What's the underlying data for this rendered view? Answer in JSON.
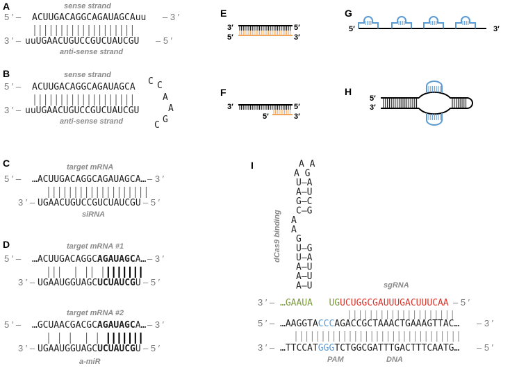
{
  "colors": {
    "black": "#000000",
    "grey_label": "#8a8a8a",
    "orange": "#f0a45c",
    "blue": "#5b9bd5",
    "green": "#7a9a3a",
    "red": "#d9342b"
  },
  "panel_a": {
    "letter": "A",
    "title": "sense strand",
    "top_prefix": "5 ′ –",
    "top_seq": "ACUUGACAGGCAGAUAGCAuu",
    "top_suffix": "– 3 ′",
    "bottom_prefix": "3 ′ –",
    "bottom_seq": "uuUGAACUGUCCGUCUAUCGU",
    "bottom_suffix": "– 5 ′",
    "subtitle": "anti-sense strand"
  },
  "panel_b": {
    "letter": "B",
    "title": "sense strand",
    "top_prefix": "5 ′ –",
    "top_seq": "ACUUGACAGGCAGAUAGCA",
    "bottom_prefix": "3 ′ –",
    "bottom_seq": "uuUGAACUGUCCGUCUAUCGU",
    "loop": [
      "C",
      "C",
      "A",
      "A",
      "G",
      "C"
    ],
    "subtitle": "anti-sense strand"
  },
  "panel_c": {
    "letter": "C",
    "title": "target mRNA",
    "top_prefix": "5 ′ –",
    "top_seq": "…ACUUGACAGGCAGAUAGCA…",
    "top_suffix": "– 3 ′",
    "bottom_prefix": "3 ′ –",
    "bottom_seq": "UGAACUGUCCGUCUAUCGU",
    "bottom_suffix": "– 5 ′",
    "subtitle": "siRNA"
  },
  "panel_d": {
    "letter": "D",
    "title1": "target mRNA #1",
    "d1_top_prefix": "5 ′ –",
    "d1_top_a": "…ACUUGACAGGC",
    "d1_top_b": "AGAUAGC",
    "d1_top_c": "A…",
    "d1_top_suffix": "– 3 ′",
    "d1_bot_prefix": "3 ′ –",
    "d1_bot_a": "UGAAUGGUAGC",
    "d1_bot_b": "UCUAUCG",
    "d1_bot_c": "U",
    "d1_bot_suffix": "– 5 ′",
    "title2": "target mRNA #2",
    "d2_top_prefix": "5 ′ –",
    "d2_top_a": "…GCUAACGACGC",
    "d2_top_b": "AGAUAGC",
    "d2_top_c": "A…",
    "d2_top_suffix": "– 3 ′",
    "d2_bot_prefix": "3 ′ –",
    "d2_bot_a": "UGAAUGGUAGC",
    "d2_bot_b": "UCUAUCG",
    "d2_bot_c": "U",
    "d2_bot_suffix": "– 5 ′",
    "subtitle": "a-miR"
  },
  "panel_e": {
    "letter": "E",
    "top_left": "3′",
    "top_right": "5′",
    "bottom_left": "5′",
    "bottom_right": "3′"
  },
  "panel_f": {
    "letter": "F",
    "top_left": "3′",
    "top_right": "5′",
    "bottom_left": "5′",
    "bottom_right": "3′"
  },
  "panel_g": {
    "letter": "G",
    "left": "5′",
    "right": "3′"
  },
  "panel_h": {
    "letter": "H",
    "top_left": "5′",
    "bottom_left": "3′"
  },
  "panel_i": {
    "letter": "I",
    "hairpin": [
      "A  A",
      "A    G",
      "U–A",
      "A–U",
      "G–C",
      "C–G",
      "A",
      "A",
      "G",
      "U–G",
      "U–A",
      "A–U",
      "A–U",
      "A–U"
    ],
    "side_label": "dCas9 binding",
    "sgrna_label": "sgRNA",
    "r1_prefix": "3 ′ –",
    "r1_green": "…GAAUA   UG",
    "r1_red": "UCUGGCGAUUUGACUUUCAA",
    "r1_suffix": "– 5 ′",
    "r2_prefix": "5 ′ –",
    "r2_a": "…AAGGTA",
    "r2_blue": "CCC",
    "r2_b": "AGACCGCTAAACTGAAAGTTAC…",
    "r2_suffix": "– 3 ′",
    "r3_prefix": "3 ′ –",
    "r3_a": "…TTCCAT",
    "r3_blue": "GGG",
    "r3_b": "TCTGGCGATTTGACTTTCAATG…",
    "r3_suffix": "– 5 ′",
    "pam_label": "PAM",
    "dna_label": "DNA"
  }
}
